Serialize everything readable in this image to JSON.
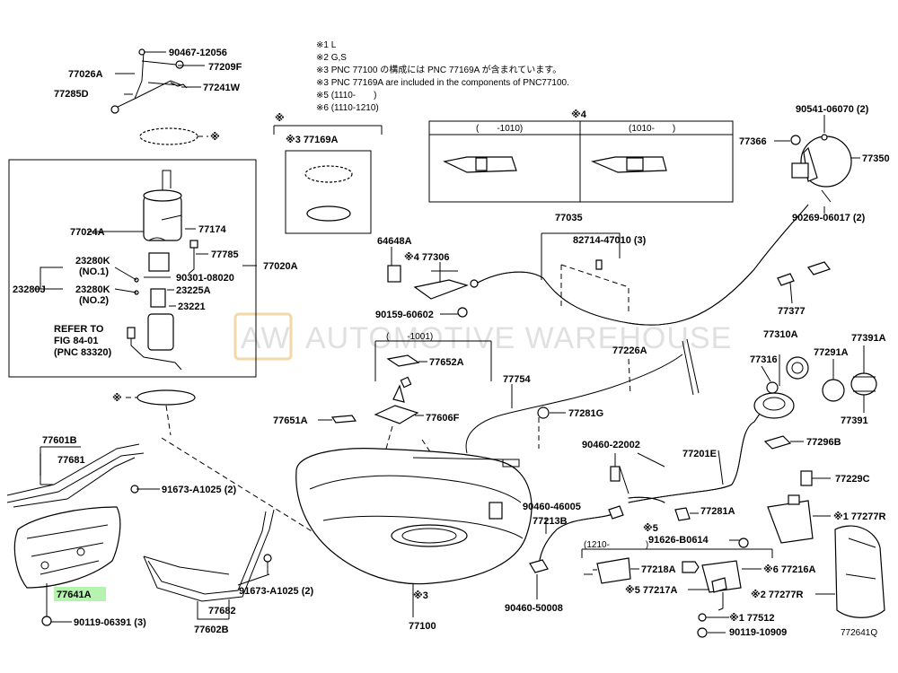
{
  "notes": {
    "n1": "※1 L",
    "n2": "※2 G,S",
    "n3a": "※3 PNC 77100 の構成には PNC 77169A が含まれています。",
    "n3b": "※3 PNC 77169A are included in the components of PNC77100.",
    "n5": "※5 (1110-　　)",
    "n6": "※6 (1110-1210)"
  },
  "boxes": {
    "star4": "※4",
    "col_left": "(　　-1010)",
    "col_right": "(1010-　　)",
    "range_1001": "(　　-1001)",
    "range_1210": "(1210-　　　　)",
    "star_top": "※",
    "ring_mark": "※",
    "gasket_mark": "※"
  },
  "watermark": {
    "logo": "AW",
    "text": "AUTOMOTIVE WAREHOUSE"
  },
  "labels": {
    "p90467": "90467-12056",
    "p77026A": "77026A",
    "p77209F": "77209F",
    "p77285D": "77285D",
    "p77241W": "77241W",
    "p77024A": "77024A",
    "p77174": "77174",
    "p77785": "77785",
    "p23280K1": "23280K",
    "no1": "(NO.1)",
    "p90301": "90301-08020",
    "p77020A": "77020A",
    "p23280J": "23280J",
    "p23280K2": "23280K",
    "no2": "(NO.2)",
    "p23225A": "23225A",
    "p23221": "23221",
    "refer1": "REFER TO",
    "refer2": "FIG 84-01",
    "refer3": "(PNC 83320)",
    "p77169A": "※3 77169A",
    "p64648A": "64648A",
    "p77306": "※4 77306",
    "p90159": "90159-60602",
    "p77652A": "77652A",
    "p77035": "77035",
    "p82714": "82714-47010 (3)",
    "p77377": "77377",
    "p90541": "90541-06070 (2)",
    "p77366": "77366",
    "p77350": "77350",
    "p90269": "90269-06017 (2)",
    "p77754": "77754",
    "p77226A": "77226A",
    "p77310A": "77310A",
    "p77391A": "77391A",
    "p77316": "77316",
    "p77291A": "77291A",
    "p77391": "77391",
    "p77651A": "77651A",
    "p77606F": "77606F",
    "p77281G": "77281G",
    "p77296B": "77296B",
    "p77601B": "77601B",
    "p77681": "77681",
    "p90460_22002": "90460-22002",
    "p77201E": "77201E",
    "p77229C": "77229C",
    "p91673a": "91673-A1025 (2)",
    "p90460_46005": "90460-46005",
    "p77281A": "77281A",
    "p77277R1": "※1 77277R",
    "p77213B": "77213B",
    "star5": "※5",
    "p91626": "91626-B0614",
    "p77218A": "77218A",
    "p77216A": "※6 77216A",
    "p77641A": "77641A",
    "p91673b": "91673-A1025 (2)",
    "p77682": "77682",
    "p77602B": "77602B",
    "p90119a": "90119-06391 (3)",
    "p77100": "77100",
    "star3": "※3",
    "p90460_50008": "90460-50008",
    "p77217A": "※5 77217A",
    "p77277R2": "※2 77277R",
    "p77512": "※1 77512",
    "p90119b": "90119-10909",
    "diagram_id": "772641Q"
  },
  "colors": {
    "highlight": "#b7f3b0",
    "line": "#000000",
    "watermark": "#c8c8c8"
  }
}
